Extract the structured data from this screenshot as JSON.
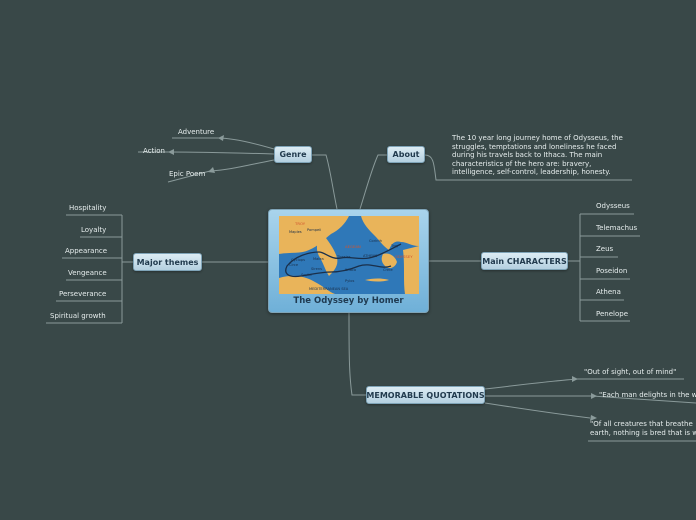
{
  "central": {
    "title": "The Odyssey by Homer",
    "map_labels": [
      "TROY",
      "Maples",
      "Pompeii",
      "Cyclops",
      "Circe",
      "Malea",
      "Sirens",
      "Scylla",
      "Tiresias",
      "Ithaca",
      "Corinth",
      "ATHENS",
      "Pylos",
      "Crete",
      "AEGEAN",
      "ODYSSEY",
      "Troy",
      "MEDITERRANEAN SEA"
    ]
  },
  "genre": {
    "label": "Genre",
    "items": [
      "Adventure",
      "Action",
      "Epic Poem"
    ]
  },
  "about": {
    "label": "About",
    "text": "The 10 year long journey home of Odysseus, the struggles, temptations and loneliness he faced during his travels back to Ithaca.  The main characteristics of the hero are: bravery, intelligence, self-control, leadership, honesty."
  },
  "themes": {
    "label": "Major themes",
    "items": [
      "Hospitality",
      "Loyalty",
      "Appearance",
      "Vengeance",
      "Perseverance",
      "Spiritual growth"
    ]
  },
  "characters": {
    "label": "Main CHARACTERS",
    "items": [
      "Odysseus",
      "Telemachus",
      "Zeus",
      "Poseidon",
      "Athena",
      "Penelope"
    ]
  },
  "quotations": {
    "label": "MEMORABLE QUOTATIONS",
    "items": [
      "\"Out of sight, out of mind\"",
      "\"Each man delights in the w",
      "\"Of all creatures that breathe\nearth, nothing is bred that is w"
    ]
  },
  "colors": {
    "background": "#394848",
    "connector": "#8a9a9a",
    "node_fill": "#c8dfeb",
    "text": "#e6eded"
  }
}
